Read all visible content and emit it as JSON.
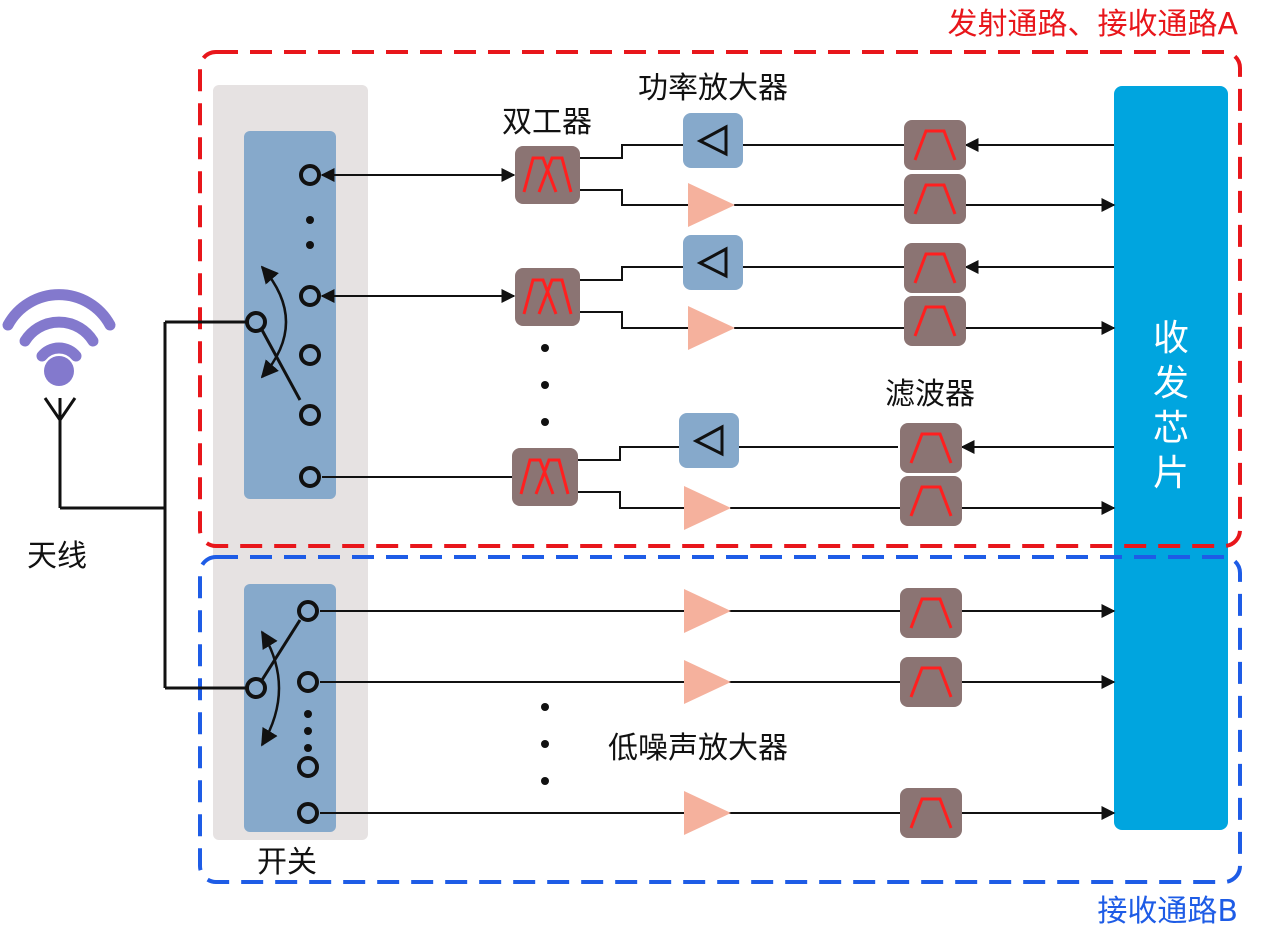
{
  "labels": {
    "path_a": "发射通路、接收通路A",
    "path_b": "接收通路B",
    "power_amplifier": "功率放大器",
    "duplexer": "双工器",
    "filter": "滤波器",
    "lna": "低噪声放大器",
    "antenna": "天线",
    "switch": "开关",
    "transceiver_chip": [
      "收",
      "发",
      "芯",
      "片"
    ]
  },
  "colors": {
    "path_a_border": "#e8161b",
    "path_b_border": "#1e5ce6",
    "switch_panel": "#86a9cb",
    "switch_backdrop": "#e6e2e2",
    "transceiver_chip": "#00a5df",
    "filter_box": "#8b7473",
    "filter_symbol": "#ff1f1f",
    "lna_triangle": "#f5b19d",
    "power_amp_box": "#86a9cb",
    "antenna_wifi": "#8379cd"
  },
  "icons": {
    "antenna": "wifi-antenna-icon",
    "filter": "bandpass-filter-icon",
    "duplexer": "duplexer-icon",
    "power_amplifier": "amplifier-triangle-icon",
    "lna": "amplifier-triangle-icon"
  }
}
